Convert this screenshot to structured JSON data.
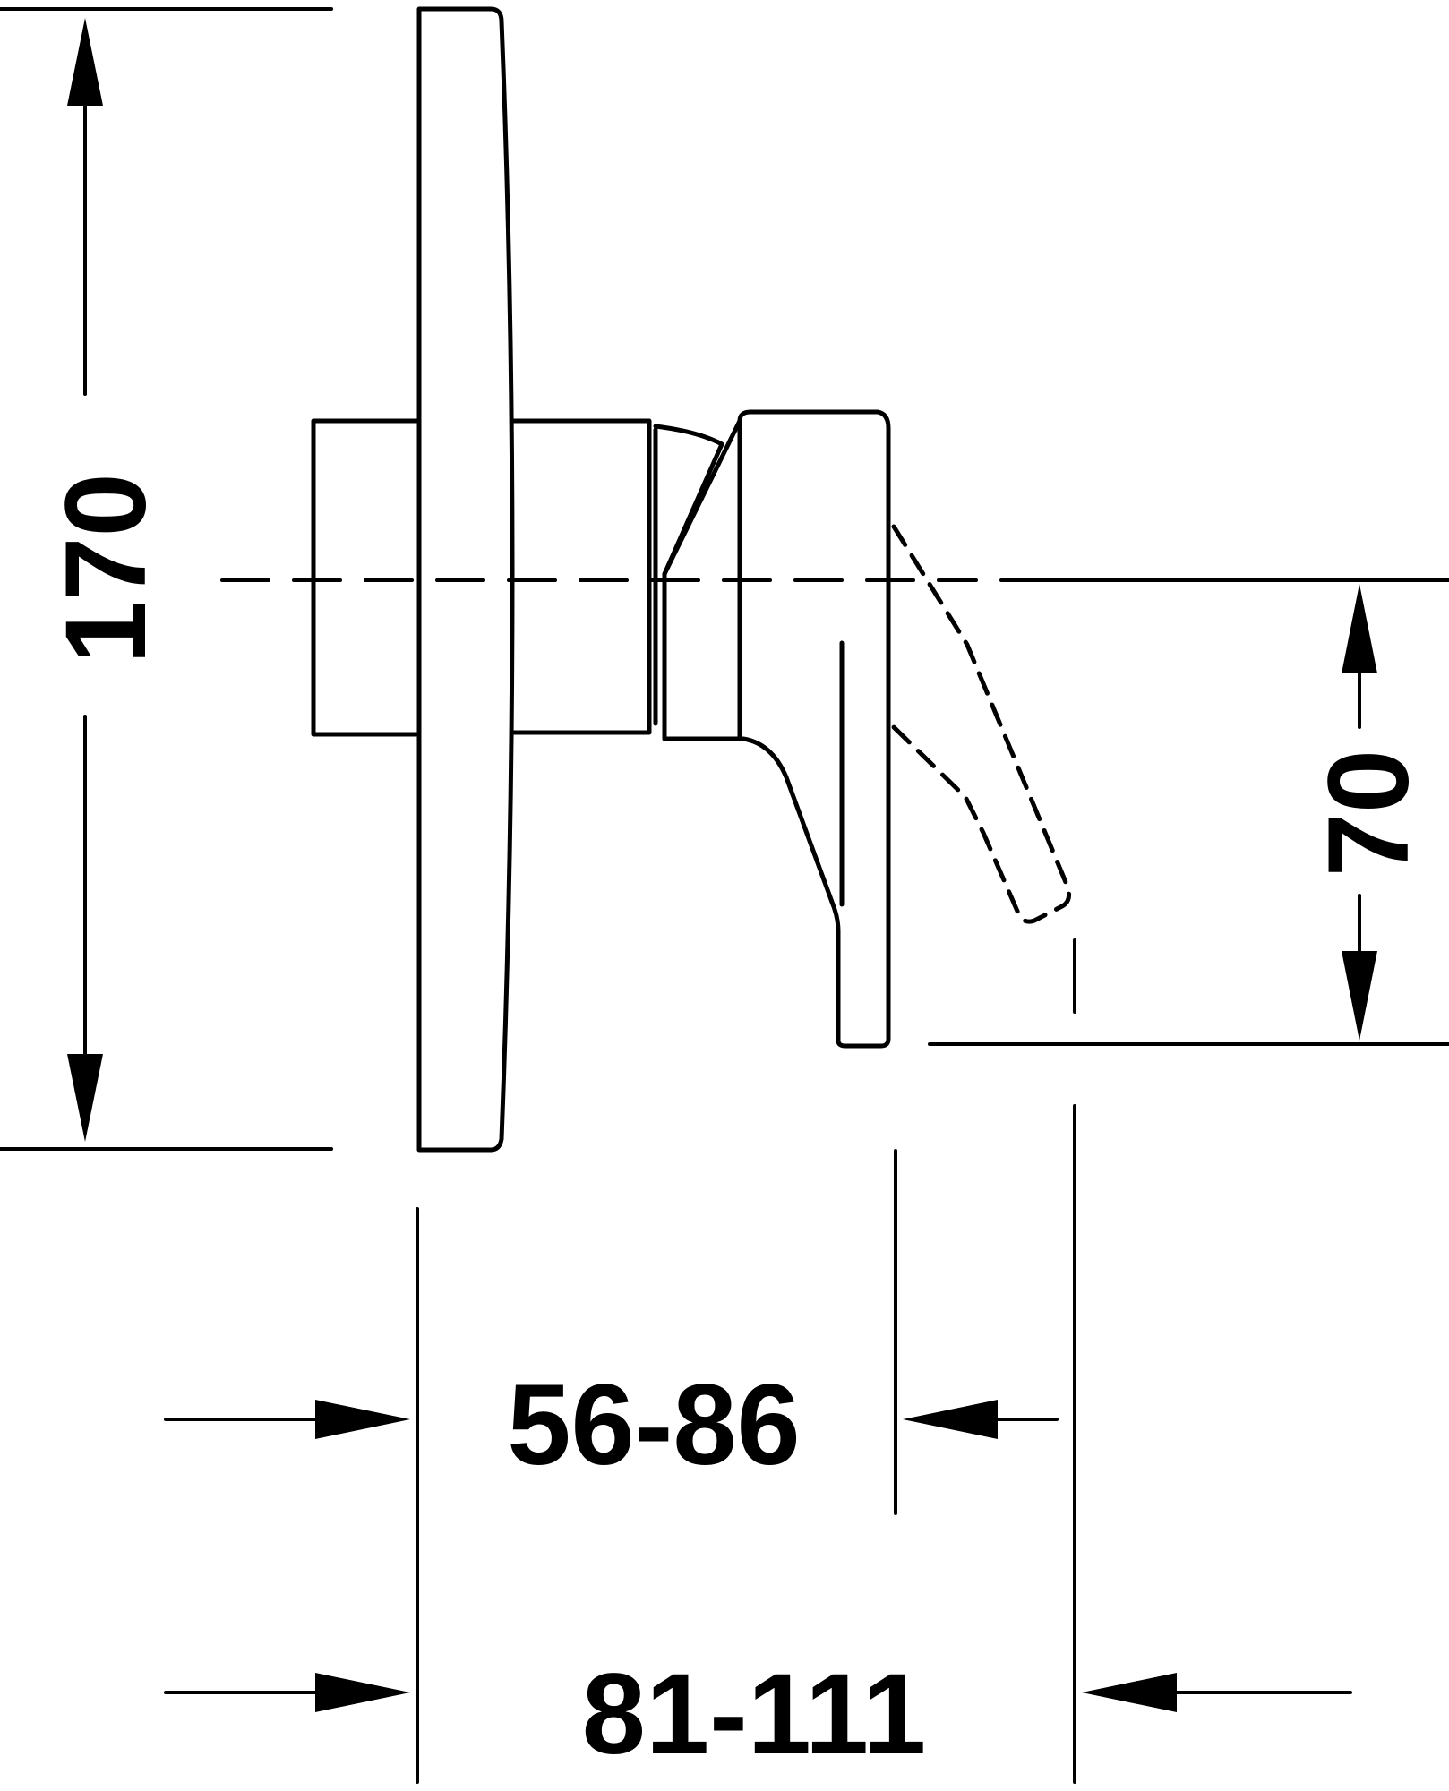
{
  "dimensions": {
    "height_overall": "170",
    "lever_drop": "70",
    "projection_lever": "56-86",
    "projection_total": "81-111"
  },
  "colors": {
    "line": "#000000",
    "background": "#ffffff"
  }
}
